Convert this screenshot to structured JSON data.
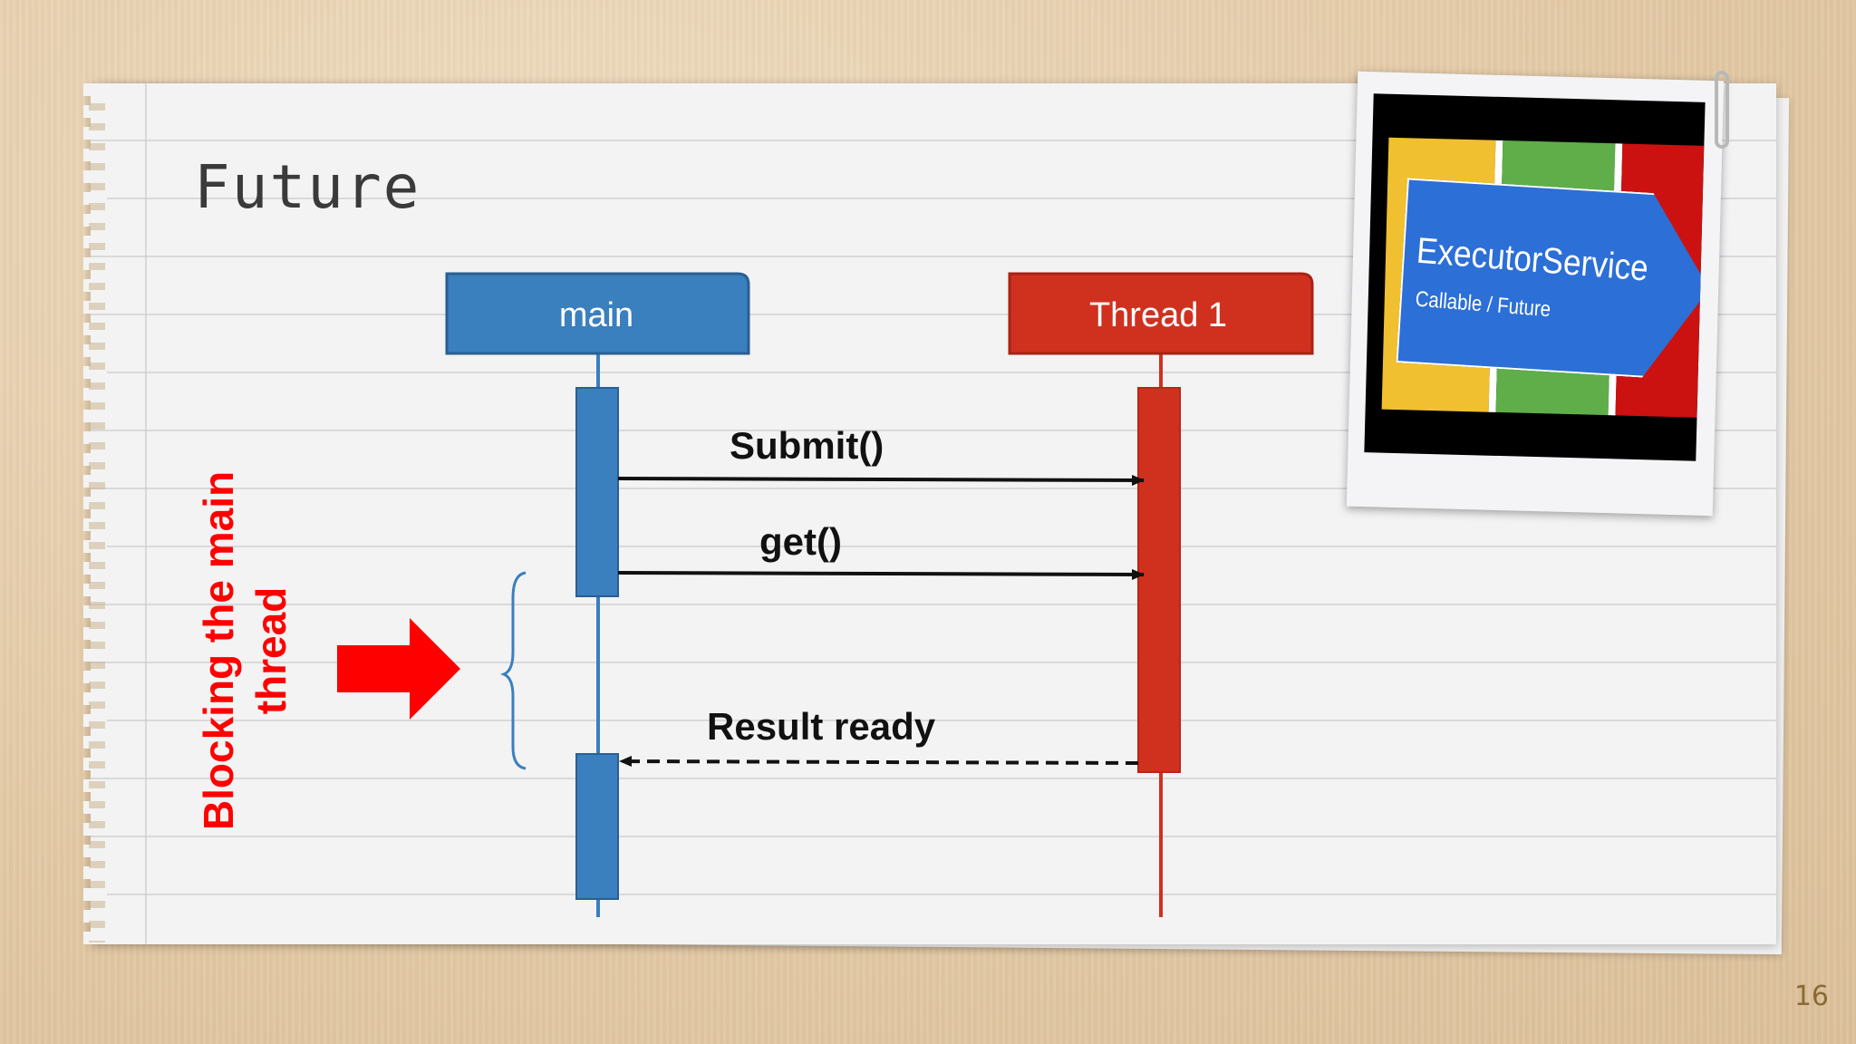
{
  "slide": {
    "title": "Future",
    "page_number": "16",
    "side_label": "Blocking the main thread"
  },
  "lifelines": [
    {
      "name": "main",
      "color": "#3a7fbe"
    },
    {
      "name": "Thread 1",
      "color": "#d0311f"
    }
  ],
  "messages": [
    {
      "label": "Submit()",
      "from": "main",
      "to": "Thread 1",
      "style": "solid"
    },
    {
      "label": "get()",
      "from": "main",
      "to": "Thread 1",
      "style": "solid"
    },
    {
      "label": "Result ready",
      "from": "Thread 1",
      "to": "main",
      "style": "dashed"
    }
  ],
  "photo": {
    "title": "ExecutorService",
    "subtitle": "Callable / Future",
    "stripe_colors": [
      "#f0c030",
      "#5fae49",
      "#cc1111"
    ],
    "banner_color": "#2c6fd6"
  },
  "colors": {
    "accent_red": "#ff0000",
    "main_blue": "#3a7fbe",
    "thread_red": "#d0311f"
  }
}
